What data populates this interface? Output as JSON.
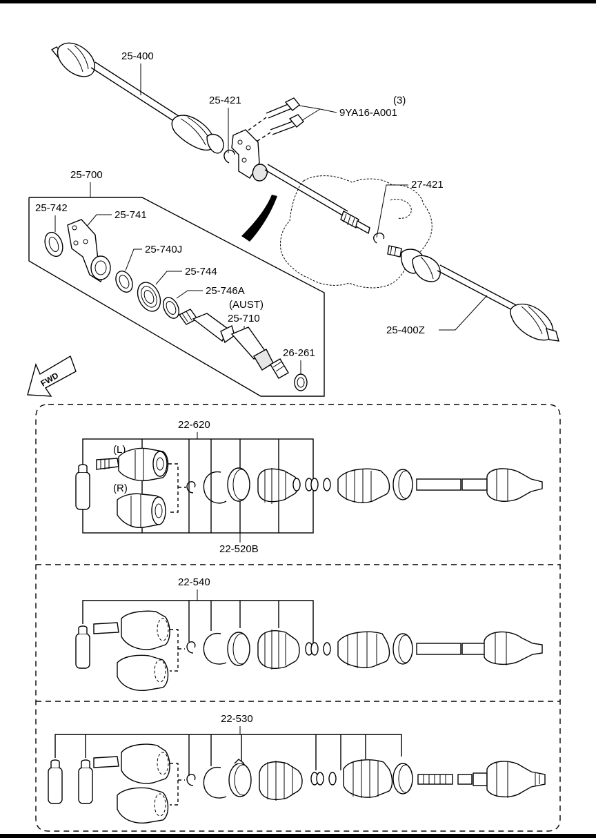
{
  "top_section": {
    "labels": {
      "shaft_left": "25-400",
      "clip_upper": "25-421",
      "bolt_qty": "(3)",
      "bolt": "9YA16-A001",
      "kit": "25-700",
      "clip_right": "27-421",
      "seal": "25-742",
      "bracket": "25-741",
      "bearing": "25-740J",
      "bearing_b": "25-744",
      "snap_ring": "25-746A",
      "shaft_note": "(AUST)",
      "joint_shaft": "25-710",
      "oil_seal": "26-261",
      "shaft_right": "25-400Z"
    },
    "fwd": "FWD"
  },
  "kits": [
    {
      "label": "22-620",
      "sub_label": "22-520B",
      "left_tag": "(L)",
      "right_tag": "(R)"
    },
    {
      "label": "22-540"
    },
    {
      "label": "22-530"
    }
  ]
}
